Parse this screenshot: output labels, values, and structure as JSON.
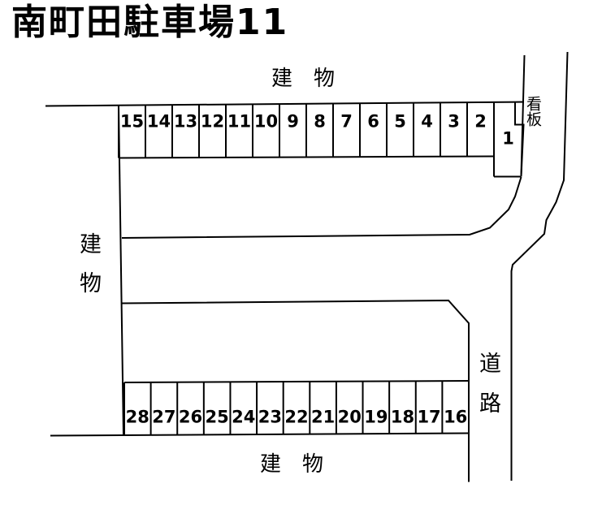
{
  "title": "南町田駐車場11",
  "labels": {
    "building_top": "建　物",
    "building_left": "建物",
    "building_bottom": "建　物",
    "road": "道路",
    "signboard": "看板"
  },
  "parking": {
    "top_row": [
      "15",
      "14",
      "13",
      "12",
      "11",
      "10",
      "9",
      "8",
      "7",
      "6",
      "5",
      "4",
      "3",
      "2"
    ],
    "space_1": "1",
    "bottom_row": [
      "28",
      "27",
      "26",
      "25",
      "24",
      "23",
      "22",
      "21",
      "20",
      "19",
      "18",
      "17",
      "16"
    ]
  },
  "colors": {
    "background": "#ffffff",
    "line": "#000000",
    "text": "#000000"
  }
}
